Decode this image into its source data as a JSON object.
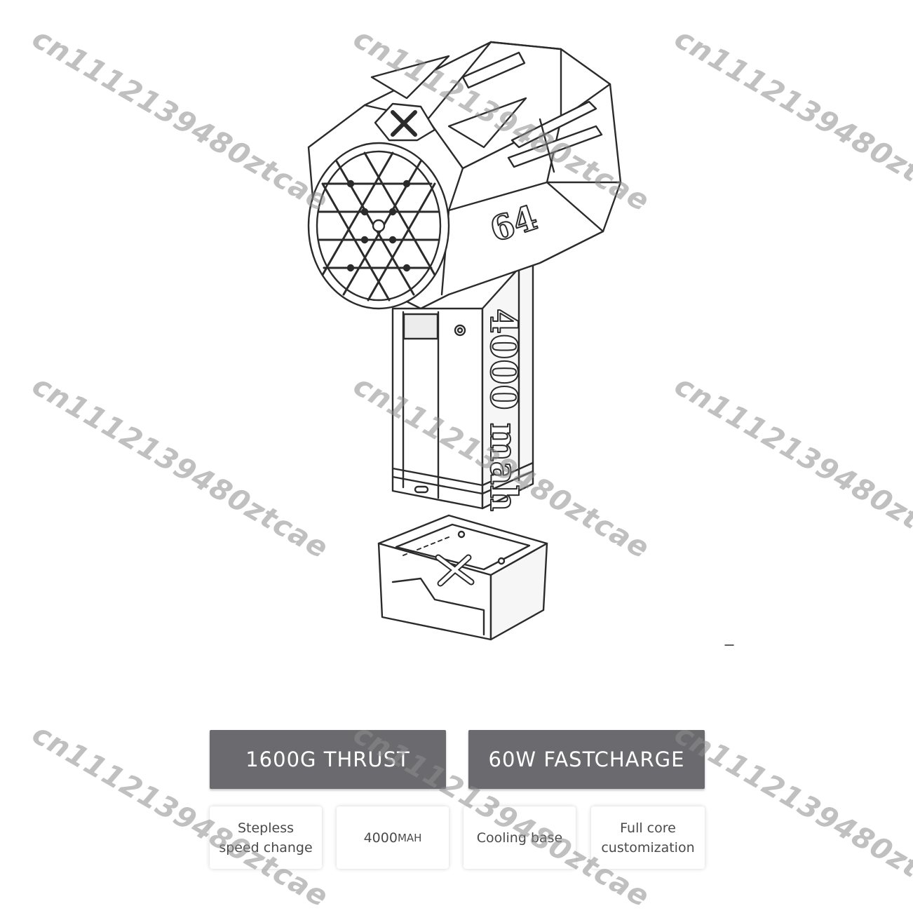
{
  "watermark_text": "cn1112139480ztcae",
  "product": {
    "model_number": "64",
    "battery_marking": "4000 mah"
  },
  "features_primary": [
    {
      "label": "1600G THRUST"
    },
    {
      "label": "60W FASTCHARGE"
    }
  ],
  "features_secondary": [
    {
      "line1": "Stepless",
      "line2": "speed change"
    },
    {
      "value": "4000",
      "unit": "MAH"
    },
    {
      "line1": "Cooling base"
    },
    {
      "line1": "Full core",
      "line2": "customization"
    }
  ],
  "colors": {
    "primary_badge": "#6b6b6f",
    "line_art": "#2b2b2b",
    "watermark": "#8c8c8c"
  }
}
